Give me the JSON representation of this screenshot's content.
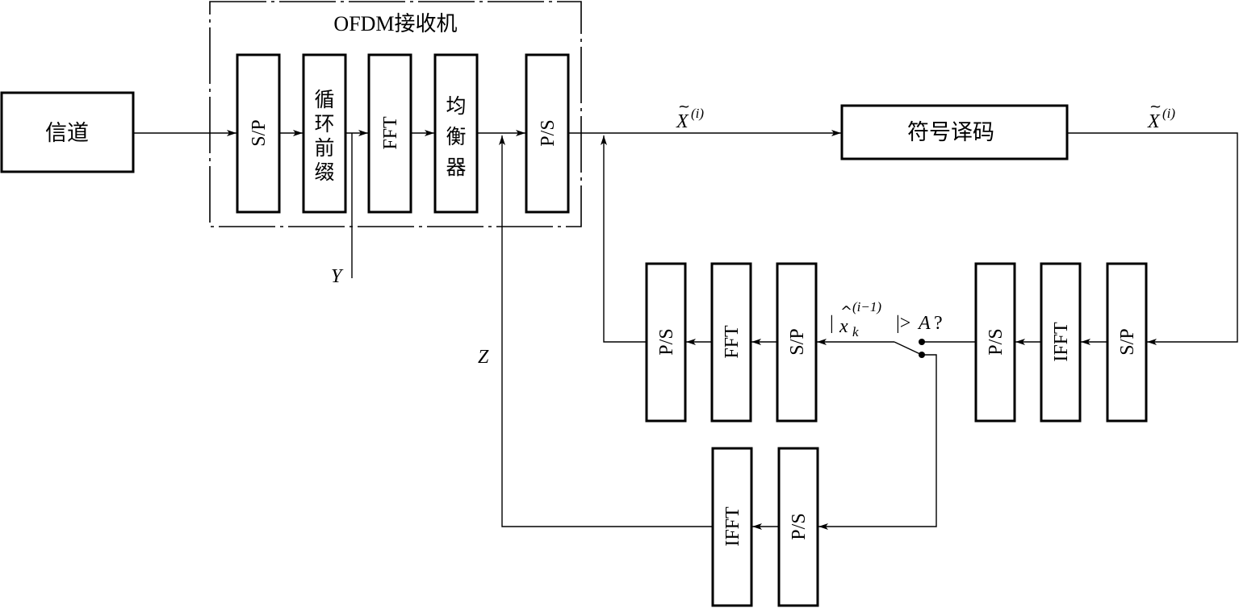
{
  "receiver": {
    "title": "OFDM接收机"
  },
  "channel": {
    "label": "信道"
  },
  "blocks": {
    "sp_rx": "S/P",
    "cp": "循环前缀",
    "fft_rx": "FFT",
    "eq": "均衡器",
    "ps_rx": "P/S",
    "decoder": "符号译码",
    "sp_fb": "S/P",
    "ifft_fb": "IFFT",
    "ps_fb": "P/S",
    "sp_mid": "S/P",
    "fft_mid": "FFT",
    "ps_mid": "P/S",
    "ps_low": "P/S",
    "ifft_low": "IFFT"
  },
  "signals": {
    "y_label": "Y",
    "z_label": "Z",
    "x_main": "X",
    "x_main_sup": "(i)",
    "x_fb": "X",
    "x_fb_sup": "(i)",
    "threshold_pre": "|",
    "threshold_var": "x",
    "threshold_sub": "k",
    "threshold_sup": "(i−1)",
    "threshold_post": "|>",
    "threshold_a": "A",
    "threshold_q": "?"
  }
}
